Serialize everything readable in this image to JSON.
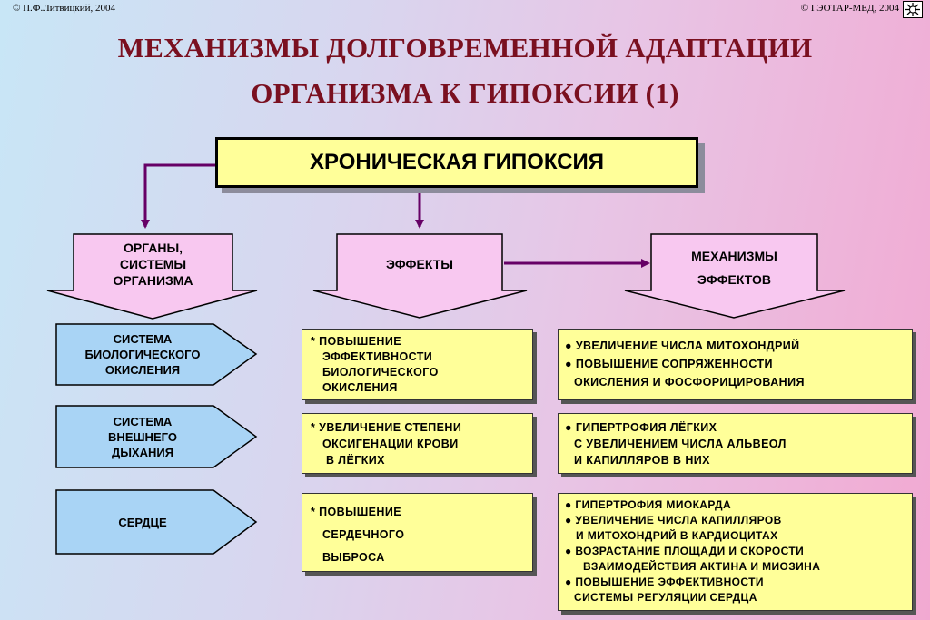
{
  "header": {
    "copyright_left": "© П.Ф.Литвицкий, 2004",
    "copyright_right": "© ГЭОТАР-МЕД, 2004"
  },
  "title": {
    "line1": "МЕХАНИЗМЫ ДОЛГОВРЕМЕННОЙ АДАПТАЦИИ",
    "line2": "ОРГАНИЗМА К ГИПОКСИИ (1)"
  },
  "main_box": {
    "label": "ХРОНИЧЕСКАЯ ГИПОКСИЯ"
  },
  "columns": {
    "organs": {
      "line1": "ОРГАНЫ,",
      "line2": "СИСТЕМЫ",
      "line3": "ОРГАНИЗМА"
    },
    "effects": {
      "label": "ЭФФЕКТЫ"
    },
    "mechanisms": {
      "line1": "МЕХАНИЗМЫ",
      "line2": "ЭФФЕКТОВ"
    }
  },
  "rows": [
    {
      "system": [
        "СИСТЕМА",
        "БИОЛОГИЧЕСКОГО",
        "ОКИСЛЕНИЯ"
      ],
      "effect": [
        "* ПОВЫШЕНИЕ",
        "ЭФФЕКТИВНОСТИ",
        "БИОЛОГИЧЕСКОГО",
        "ОКИСЛЕНИЯ"
      ],
      "mechanism": [
        "● УВЕЛИЧЕНИЕ ЧИСЛА МИТОХОНДРИЙ",
        "● ПОВЫШЕНИЕ СОПРЯЖЕННОСТИ",
        "ОКИСЛЕНИЯ И ФОСФОРИЦИРОВАНИЯ"
      ]
    },
    {
      "system": [
        "СИСТЕМА",
        "ВНЕШНЕГО",
        "ДЫХАНИЯ"
      ],
      "effect": [
        "* УВЕЛИЧЕНИЕ СТЕПЕНИ",
        "ОКСИГЕНАЦИИ КРОВИ",
        "В ЛЁГКИХ"
      ],
      "mechanism": [
        "● ГИПЕРТРОФИЯ ЛЁГКИХ",
        "С УВЕЛИЧЕНИЕМ ЧИСЛА АЛЬВЕОЛ",
        "И КАПИЛЛЯРОВ В НИХ"
      ]
    },
    {
      "system": [
        "СЕРДЦЕ"
      ],
      "effect": [
        "* ПОВЫШЕНИЕ",
        "СЕРДЕЧНОГО",
        "ВЫБРОСА"
      ],
      "mechanism": [
        "● ГИПЕРТРОФИЯ МИОКАРДА",
        "● УВЕЛИЧЕНИЕ ЧИСЛА КАПИЛЛЯРОВ",
        "И МИТОХОНДРИЙ В КАРДИОЦИТАХ",
        "● ВОЗРАСТАНИЕ ПЛОЩАДИ И СКОРОСТИ",
        "ВЗАИМОДЕЙСТВИЯ АКТИНА И МИОЗИНА",
        "● ПОВЫШЕНИЕ ЭФФЕКТИВНОСТИ",
        "СИСТЕМЫ РЕГУЛЯЦИИ СЕРДЦА"
      ]
    }
  ],
  "colors": {
    "title": "#7a1020",
    "yellow_box": "#ffff99",
    "pink_arrow": "#f8c8f0",
    "blue_arrow": "#a9d4f5",
    "connector": "#660066"
  }
}
